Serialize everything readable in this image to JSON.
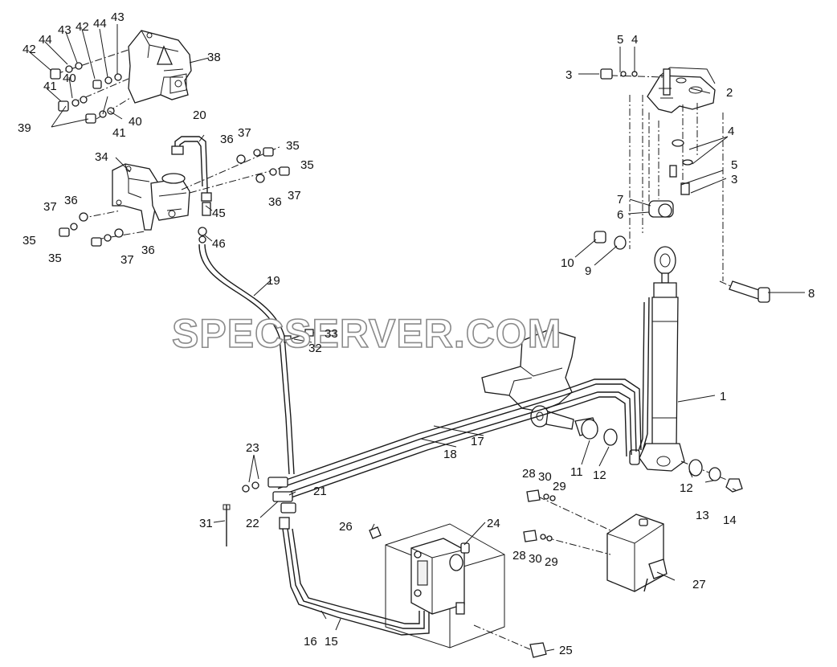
{
  "watermark": "SPECSERVER.COM",
  "labels": [
    {
      "id": "l1",
      "text": "1"
    },
    {
      "id": "l2",
      "text": "2"
    },
    {
      "id": "l3a",
      "text": "3"
    },
    {
      "id": "l3b",
      "text": "3"
    },
    {
      "id": "l4a",
      "text": "4"
    },
    {
      "id": "l4b",
      "text": "4"
    },
    {
      "id": "l5a",
      "text": "5"
    },
    {
      "id": "l5b",
      "text": "5"
    },
    {
      "id": "l6",
      "text": "6"
    },
    {
      "id": "l7",
      "text": "7"
    },
    {
      "id": "l8",
      "text": "8"
    },
    {
      "id": "l9",
      "text": "9"
    },
    {
      "id": "l10",
      "text": "10"
    },
    {
      "id": "l11",
      "text": "11"
    },
    {
      "id": "l12a",
      "text": "12"
    },
    {
      "id": "l12b",
      "text": "12"
    },
    {
      "id": "l13",
      "text": "13"
    },
    {
      "id": "l14",
      "text": "14"
    },
    {
      "id": "l15",
      "text": "15"
    },
    {
      "id": "l16",
      "text": "16"
    },
    {
      "id": "l17",
      "text": "17"
    },
    {
      "id": "l18",
      "text": "18"
    },
    {
      "id": "l19",
      "text": "19"
    },
    {
      "id": "l20",
      "text": "20"
    },
    {
      "id": "l21",
      "text": "21"
    },
    {
      "id": "l22",
      "text": "22"
    },
    {
      "id": "l23",
      "text": "23"
    },
    {
      "id": "l24",
      "text": "24"
    },
    {
      "id": "l25",
      "text": "25"
    },
    {
      "id": "l26",
      "text": "26"
    },
    {
      "id": "l27",
      "text": "27"
    },
    {
      "id": "l28a",
      "text": "28"
    },
    {
      "id": "l28b",
      "text": "28"
    },
    {
      "id": "l29a",
      "text": "29"
    },
    {
      "id": "l29b",
      "text": "29"
    },
    {
      "id": "l30a",
      "text": "30"
    },
    {
      "id": "l30b",
      "text": "30"
    },
    {
      "id": "l31",
      "text": "31"
    },
    {
      "id": "l32",
      "text": "32"
    },
    {
      "id": "l33",
      "text": "33"
    },
    {
      "id": "l34",
      "text": "34"
    },
    {
      "id": "l35a",
      "text": "35"
    },
    {
      "id": "l35b",
      "text": "35"
    },
    {
      "id": "l35c",
      "text": "35"
    },
    {
      "id": "l35d",
      "text": "35"
    },
    {
      "id": "l36a",
      "text": "36"
    },
    {
      "id": "l36b",
      "text": "36"
    },
    {
      "id": "l36c",
      "text": "36"
    },
    {
      "id": "l36d",
      "text": "36"
    },
    {
      "id": "l37a",
      "text": "37"
    },
    {
      "id": "l37b",
      "text": "37"
    },
    {
      "id": "l37c",
      "text": "37"
    },
    {
      "id": "l37d",
      "text": "37"
    },
    {
      "id": "l38",
      "text": "38"
    },
    {
      "id": "l39",
      "text": "39"
    },
    {
      "id": "l40a",
      "text": "40"
    },
    {
      "id": "l40b",
      "text": "40"
    },
    {
      "id": "l41a",
      "text": "41"
    },
    {
      "id": "l41b",
      "text": "41"
    },
    {
      "id": "l42a",
      "text": "42"
    },
    {
      "id": "l42b",
      "text": "42"
    },
    {
      "id": "l43a",
      "text": "43"
    },
    {
      "id": "l43b",
      "text": "43"
    },
    {
      "id": "l44a",
      "text": "44"
    },
    {
      "id": "l44b",
      "text": "44"
    },
    {
      "id": "l45",
      "text": "45"
    },
    {
      "id": "l46",
      "text": "46"
    }
  ]
}
